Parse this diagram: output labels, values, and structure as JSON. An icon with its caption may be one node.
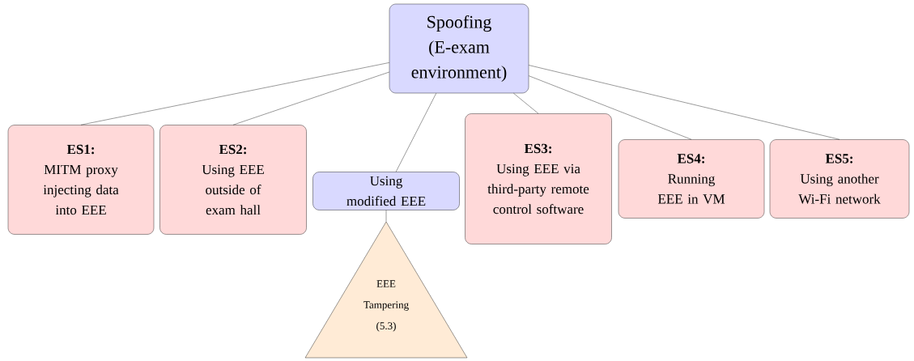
{
  "diagram": {
    "nodes": [
      {
        "text": [
          "Spoofing (E-exam environment)"
        ]
      },
      {
        "text": [
          "ES1:",
          "MITM proxy injecting data into EEE"
        ]
      },
      {
        "text": [
          "ES2:",
          "Using EEE outside of exam hall"
        ]
      },
      {
        "text": [
          "Using modified EEE"
        ]
      },
      {
        "text": [
          "ES3:",
          "Using EEE via third-party remote control software"
        ]
      },
      {
        "text": [
          "ES4:",
          "Running EEE in VM"
        ]
      },
      {
        "text": [
          "ES5:",
          "Using another Wi-Fi network"
        ]
      },
      {
        "text": [
          "EEE Tampering (5.3)"
        ]
      }
    ],
    "edges": [
      {
        "from": 0,
        "to": 1,
        "arrow": "none"
      },
      {
        "from": 0,
        "to": 2,
        "arrow": "none"
      },
      {
        "from": 0,
        "to": 3,
        "arrow": "none"
      },
      {
        "from": 0,
        "to": 4,
        "arrow": "none"
      },
      {
        "from": 0,
        "to": 5,
        "arrow": "none"
      },
      {
        "from": 0,
        "to": 6,
        "arrow": "none"
      },
      {
        "from": 3,
        "to": 7,
        "arrow": "none"
      }
    ]
  }
}
